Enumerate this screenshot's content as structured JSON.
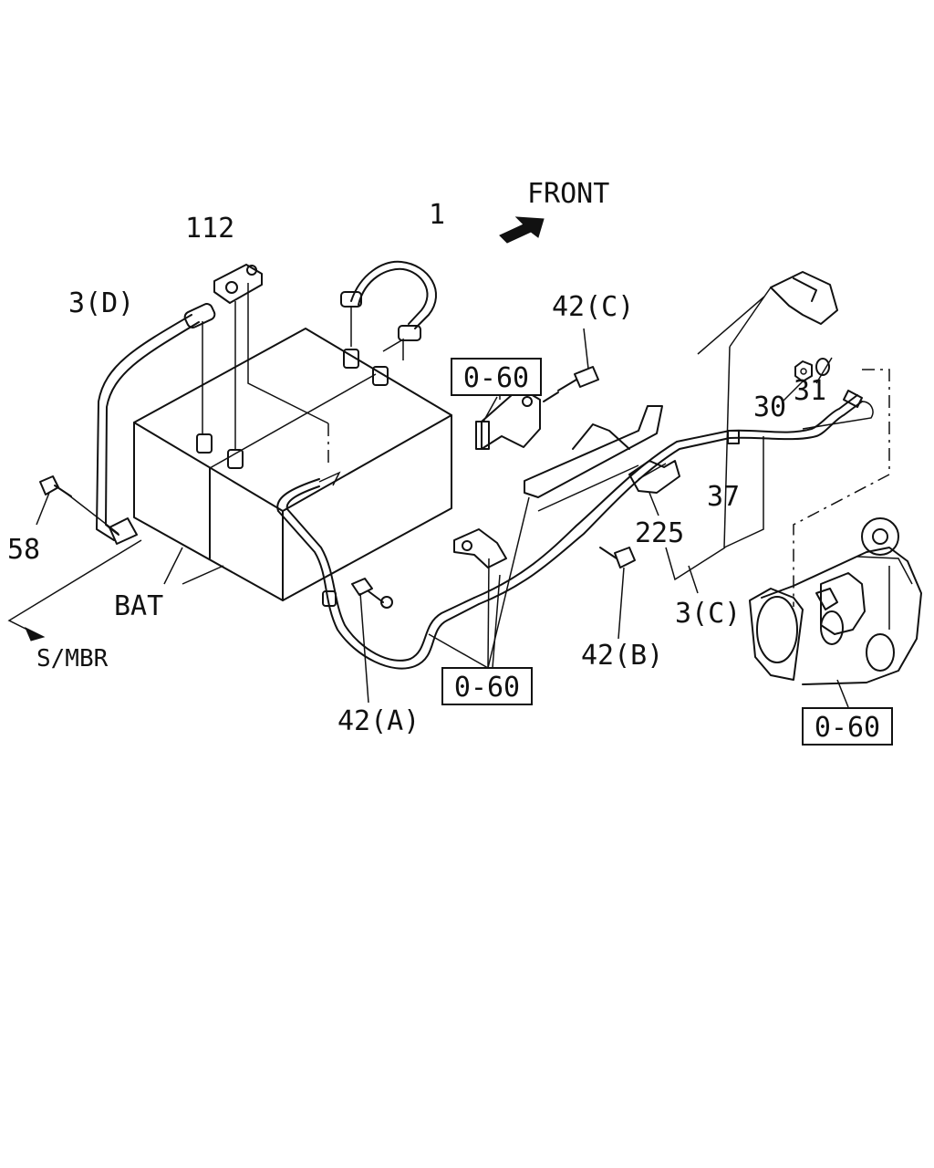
{
  "diagram": {
    "direction_label": "FRONT",
    "labels": {
      "p1": "1",
      "p112": "112",
      "p3d": "3(D)",
      "p42c": "42(C)",
      "p30": "30",
      "p31": "31",
      "p37": "37",
      "p225": "225",
      "p3c": "3(C)",
      "p42b": "42(B)",
      "p42a": "42(A)",
      "p58": "58",
      "bat": "BAT",
      "smbr": "S/MBR"
    },
    "ref_boxes": {
      "ref_top": "0-60",
      "ref_center": "0-60",
      "ref_right": "0-60"
    }
  }
}
